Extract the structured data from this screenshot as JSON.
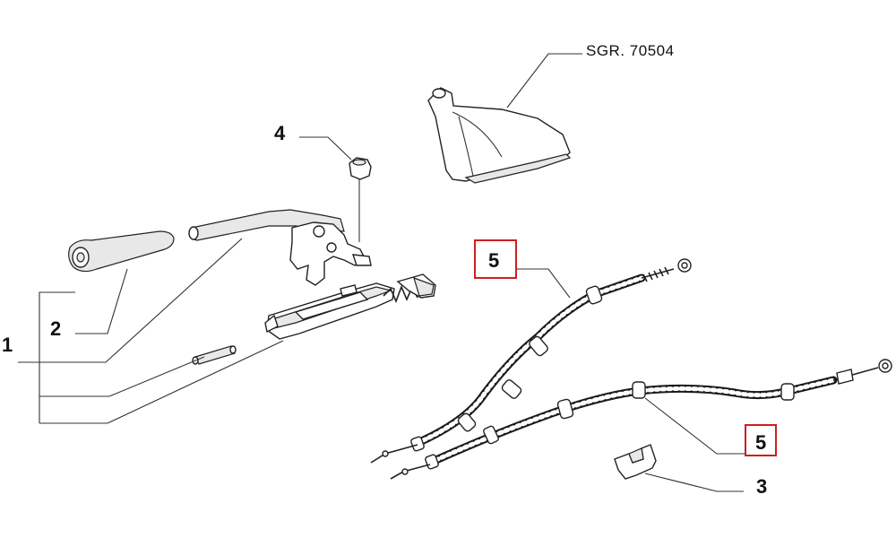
{
  "reference_label": "SGR. 70504",
  "callouts": {
    "c1": "1",
    "c2": "2",
    "c3": "3",
    "c4": "4",
    "c5_top": "5",
    "c5_bottom": "5"
  },
  "colors": {
    "highlight_box": "#cc1f1f",
    "ink": "#222222"
  }
}
